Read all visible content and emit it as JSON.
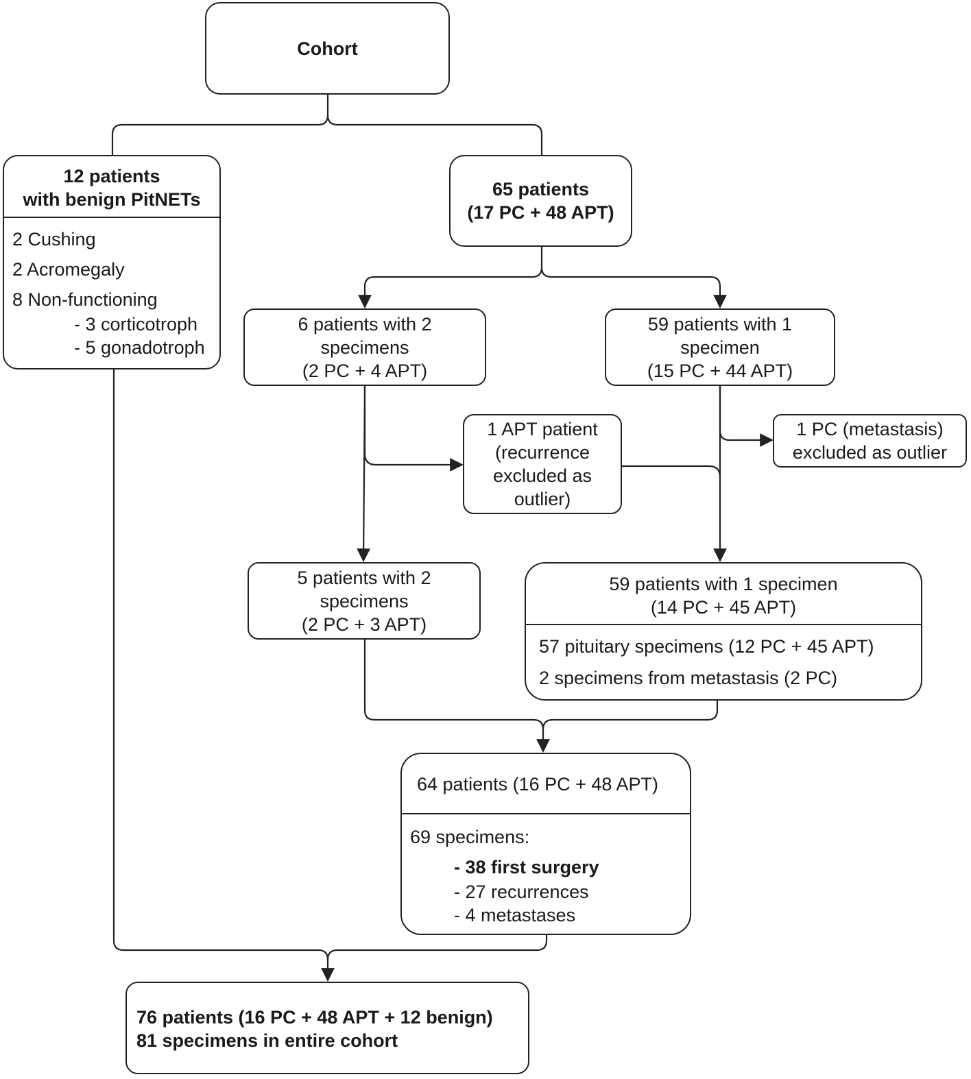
{
  "cohort": {
    "title": "Cohort"
  },
  "benign": {
    "title": [
      "12 patients",
      "with benign PitNETs"
    ],
    "items": [
      "2 Cushing",
      "2 Acromegaly",
      "8 Non-functioning"
    ],
    "subitems": [
      "- 3 corticotroph",
      "- 5 gonadotroph"
    ]
  },
  "main_group": {
    "lines": [
      "65 patients",
      "(17 PC + 48 APT)"
    ]
  },
  "two_spec": {
    "lines": [
      "6 patients with 2",
      "specimens",
      "(2 PC + 4 APT)"
    ]
  },
  "one_spec": {
    "lines": [
      "59 patients with 1",
      "specimen",
      "(15 PC + 44 APT)"
    ]
  },
  "excluded_apt": {
    "lines": [
      "1 APT patient",
      "(recurrence",
      "excluded as",
      "outlier)"
    ]
  },
  "excluded_pc": {
    "lines": [
      "1 PC (metastasis)",
      "excluded as outlier"
    ]
  },
  "two_spec_after": {
    "lines": [
      "5 patients with 2",
      "specimens",
      "(2 PC + 3 APT)"
    ]
  },
  "one_spec_after": {
    "lines": [
      "59 patients with 1 specimen",
      "(14 PC + 45 APT)"
    ],
    "items": [
      "57 pituitary specimens (12 PC + 45 APT)",
      "2 specimens from metastasis (2 PC)"
    ]
  },
  "combined": {
    "header": "64 patients (16 PC + 48 APT)",
    "specimens_label": "69 specimens:",
    "first_surgery": "- 38 first surgery",
    "others": [
      "- 27 recurrences",
      "- 4 metastases"
    ]
  },
  "total": {
    "lines": [
      "76 patients (16 PC + 48 APT + 12 benign)",
      "81 specimens in entire cohort"
    ]
  }
}
